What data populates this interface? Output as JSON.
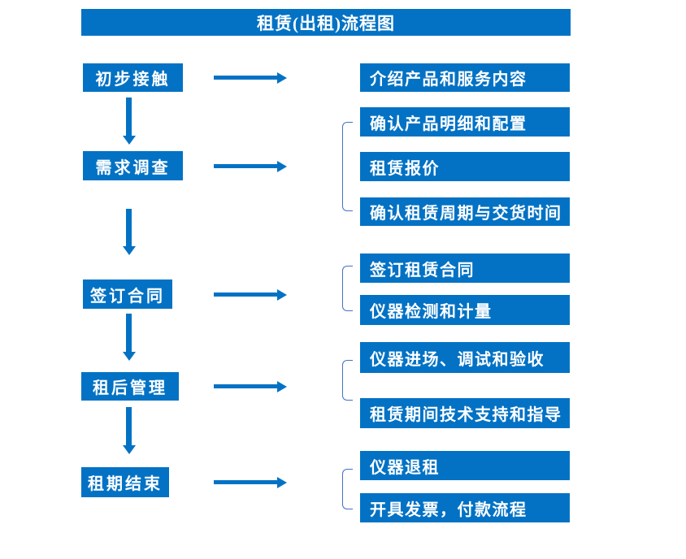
{
  "title": "租赁(出租)流程图",
  "colors": {
    "primary_blue": "#0372C4",
    "bracket_blue": "#4472C4",
    "text_color": "#FFFFFF",
    "background": "#FFFFFF"
  },
  "steps": [
    {
      "label": "初步接触",
      "details": [
        "介绍产品和服务内容"
      ]
    },
    {
      "label": "需求调查",
      "details": [
        "确认产品明细和配置",
        "租赁报价",
        "确认租赁周期与交货时间"
      ]
    },
    {
      "label": "签订合同",
      "details": [
        "签订租赁合同",
        "仪器检测和计量"
      ]
    },
    {
      "label": "租后管理",
      "details": [
        "仪器进场、调试和验收",
        "租赁期间技术支持和指导"
      ]
    },
    {
      "label": "租期结束",
      "details": [
        "仪器退租",
        "开具发票，付款流程"
      ]
    }
  ]
}
